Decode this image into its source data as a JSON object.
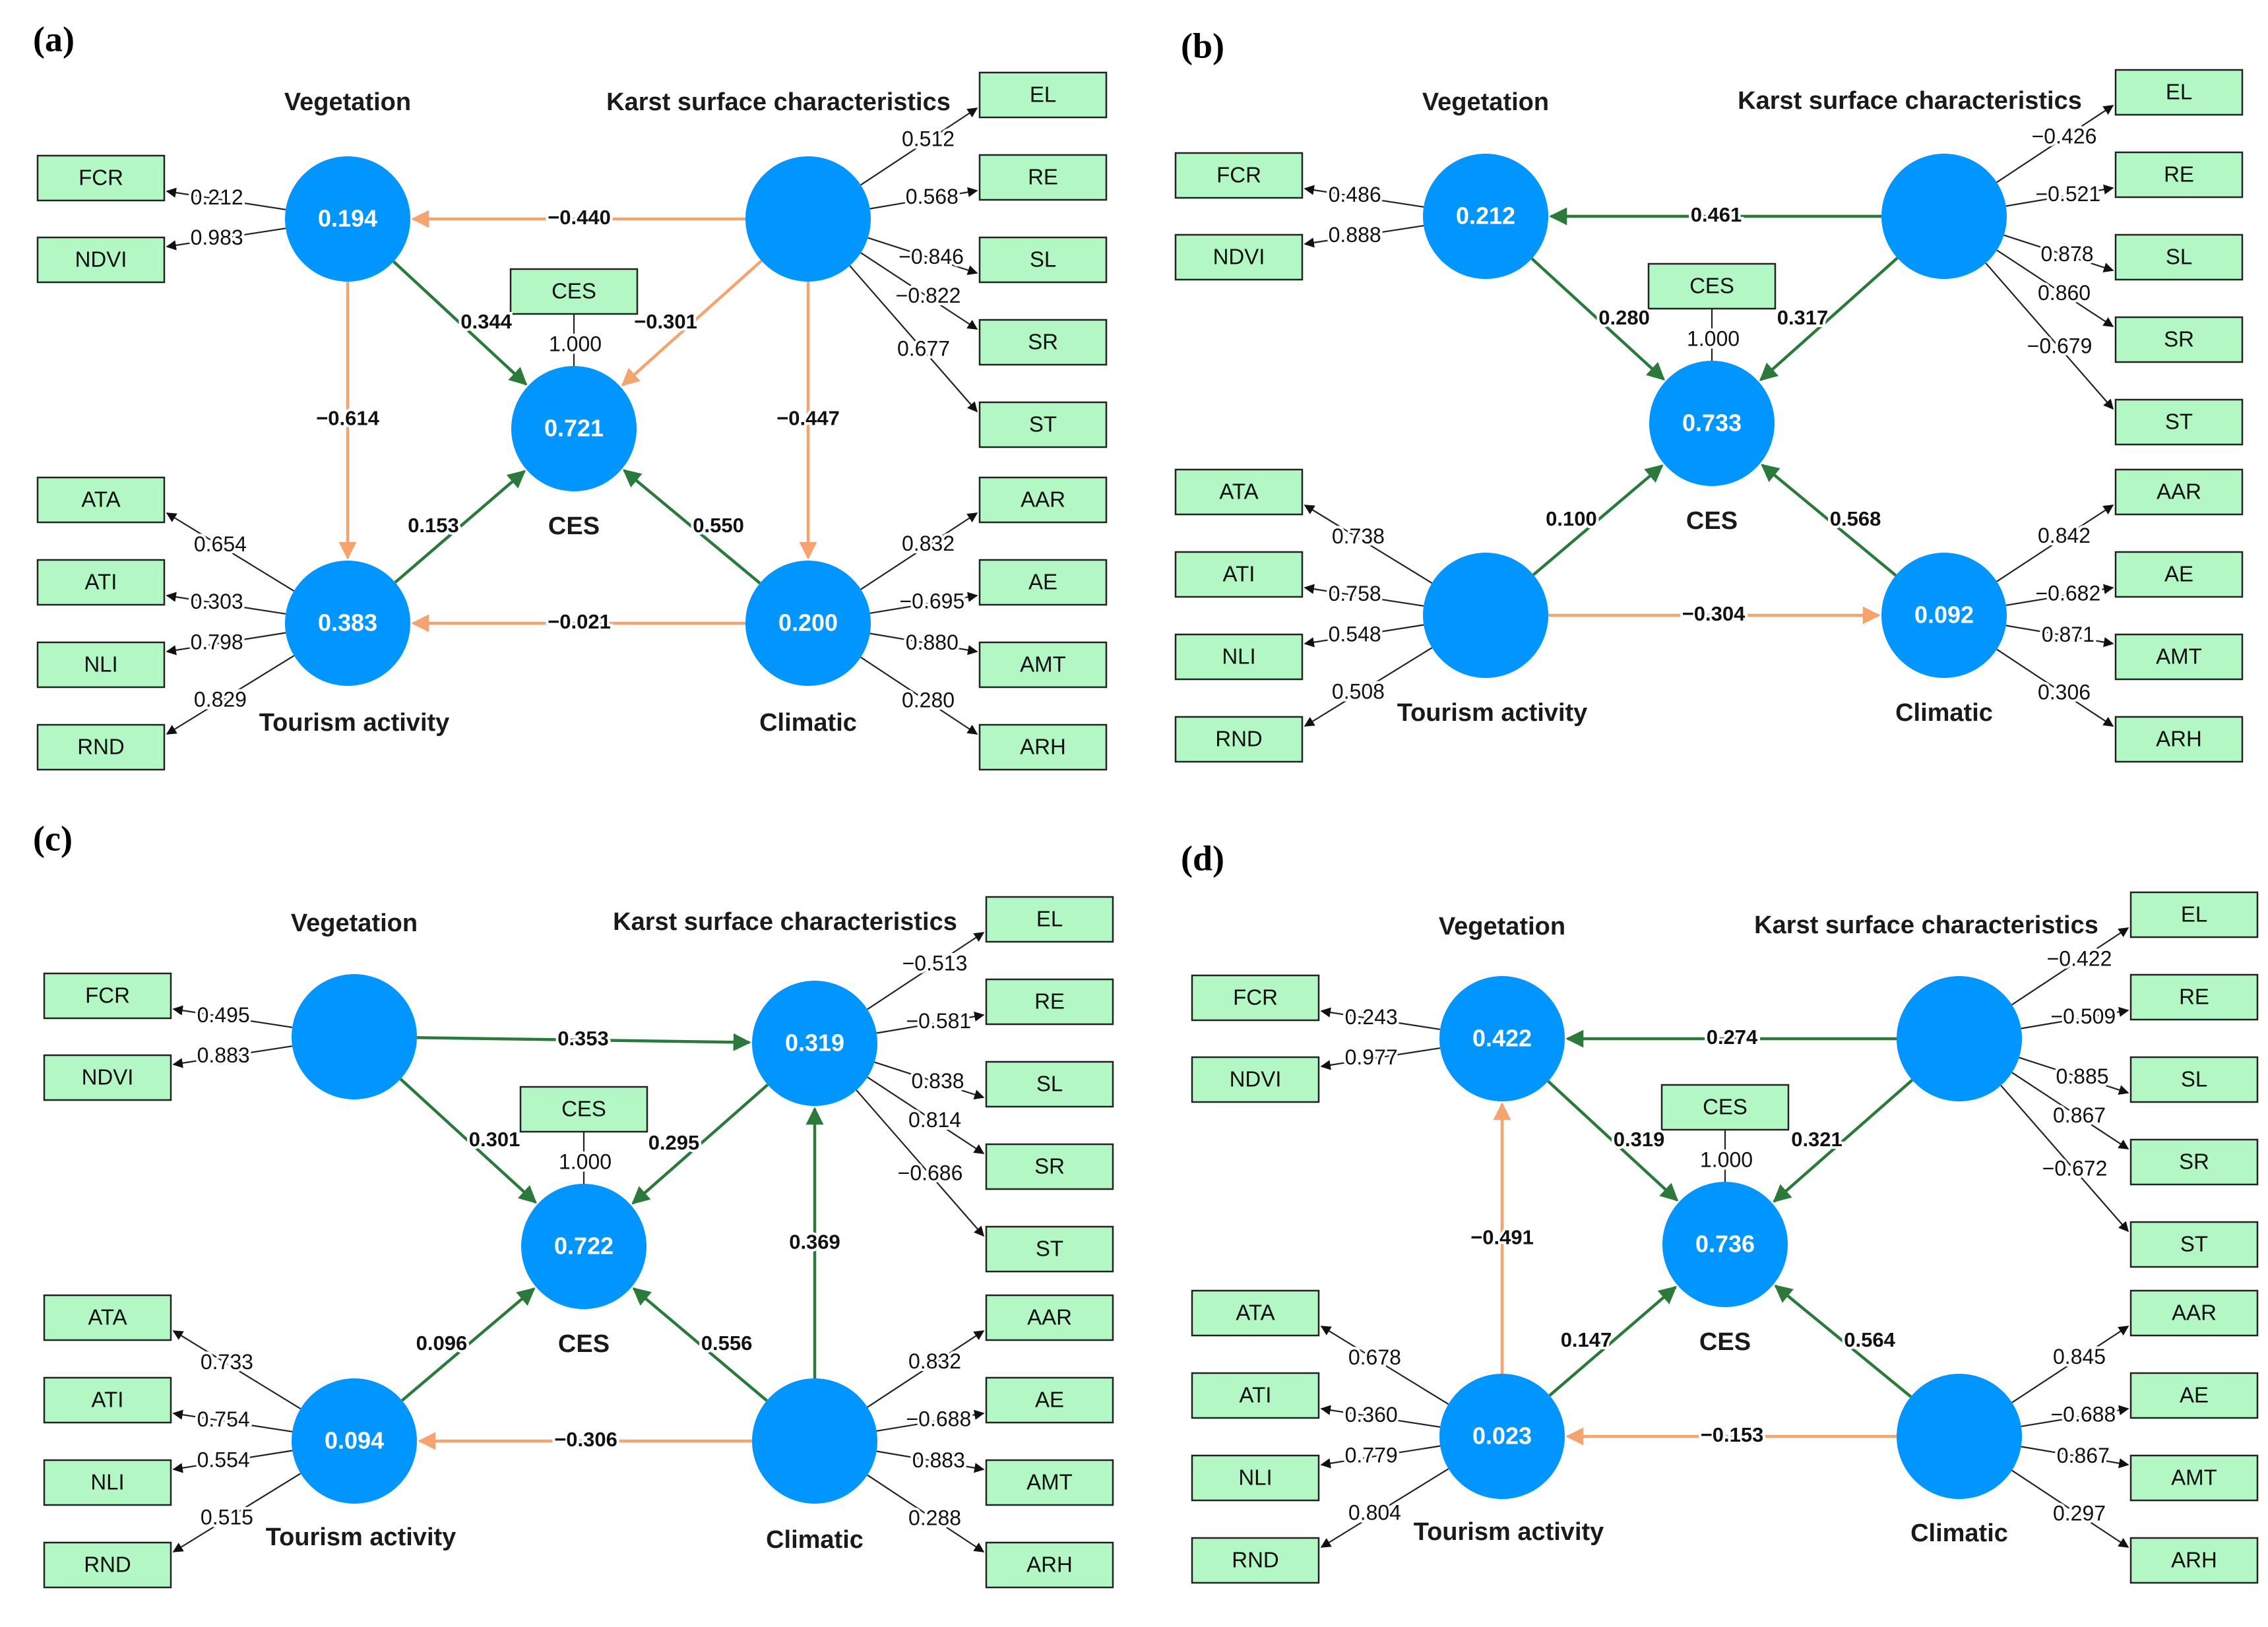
{
  "colors": {
    "latent_fill": "#0095ff",
    "indicator_fill": "#b3f7c4",
    "indicator_stroke": "#222222",
    "positive_path": "#2b7a3c",
    "negative_path": "#f5a36f",
    "loading_line": "#222222"
  },
  "panels": [
    {
      "label": "(a)",
      "constructs": {
        "veg": {
          "name": "Vegetation",
          "value": "0.194"
        },
        "karst": {
          "name": "Karst surface characteristics",
          "value": ""
        },
        "ces": {
          "name": "CES",
          "value": "0.721"
        },
        "tour": {
          "name": "Tourism activity",
          "value": "0.383"
        },
        "clim": {
          "name": "Climatic",
          "value": "0.200"
        }
      },
      "indicators": {
        "veg": [
          {
            "name": "FCR",
            "loading": "0.212"
          },
          {
            "name": "NDVI",
            "loading": "0.983"
          }
        ],
        "karst": [
          {
            "name": "EL",
            "loading": "0.512"
          },
          {
            "name": "RE",
            "loading": "0.568"
          },
          {
            "name": "SL",
            "loading": "−0.846"
          },
          {
            "name": "SR",
            "loading": "−0.822"
          },
          {
            "name": "ST",
            "loading": "0.677"
          }
        ],
        "tour": [
          {
            "name": "ATA",
            "loading": "0.654"
          },
          {
            "name": "ATI",
            "loading": "0.303"
          },
          {
            "name": "NLI",
            "loading": "0.798"
          },
          {
            "name": "RND",
            "loading": "0.829"
          }
        ],
        "clim": [
          {
            "name": "AAR",
            "loading": "0.832"
          },
          {
            "name": "AE",
            "loading": "−0.695"
          },
          {
            "name": "AMT",
            "loading": "0.880"
          },
          {
            "name": "ARH",
            "loading": "0.280"
          }
        ],
        "ces": {
          "name": "CES",
          "loading": "1.000"
        }
      },
      "paths": [
        {
          "from": "karst",
          "to": "veg",
          "coef": "−0.440",
          "sign": "negative"
        },
        {
          "from": "veg",
          "to": "ces",
          "coef": "0.344",
          "sign": "positive"
        },
        {
          "from": "karst",
          "to": "ces",
          "coef": "−0.301",
          "sign": "negative"
        },
        {
          "from": "veg",
          "to": "tour",
          "coef": "−0.614",
          "sign": "negative"
        },
        {
          "from": "karst",
          "to": "clim",
          "coef": "−0.447",
          "sign": "negative"
        },
        {
          "from": "tour",
          "to": "ces",
          "coef": "0.153",
          "sign": "positive"
        },
        {
          "from": "clim",
          "to": "ces",
          "coef": "0.550",
          "sign": "positive"
        },
        {
          "from": "clim",
          "to": "tour",
          "coef": "−0.021",
          "sign": "negative"
        }
      ]
    },
    {
      "label": "(b)",
      "constructs": {
        "veg": {
          "name": "Vegetation",
          "value": "0.212"
        },
        "karst": {
          "name": "Karst surface characteristics",
          "value": ""
        },
        "ces": {
          "name": "CES",
          "value": "0.733"
        },
        "tour": {
          "name": "Tourism activity",
          "value": ""
        },
        "clim": {
          "name": "Climatic",
          "value": "0.092"
        }
      },
      "indicators": {
        "veg": [
          {
            "name": "FCR",
            "loading": "0.486"
          },
          {
            "name": "NDVI",
            "loading": "0.888"
          }
        ],
        "karst": [
          {
            "name": "EL",
            "loading": "−0.426"
          },
          {
            "name": "RE",
            "loading": "−0.521"
          },
          {
            "name": "SL",
            "loading": "0.878"
          },
          {
            "name": "SR",
            "loading": "0.860"
          },
          {
            "name": "ST",
            "loading": "−0.679"
          }
        ],
        "tour": [
          {
            "name": "ATA",
            "loading": "0.738"
          },
          {
            "name": "ATI",
            "loading": "0.758"
          },
          {
            "name": "NLI",
            "loading": "0.548"
          },
          {
            "name": "RND",
            "loading": "0.508"
          }
        ],
        "clim": [
          {
            "name": "AAR",
            "loading": "0.842"
          },
          {
            "name": "AE",
            "loading": "−0.682"
          },
          {
            "name": "AMT",
            "loading": "0.871"
          },
          {
            "name": "ARH",
            "loading": "0.306"
          }
        ],
        "ces": {
          "name": "CES",
          "loading": "1.000"
        }
      },
      "paths": [
        {
          "from": "karst",
          "to": "veg",
          "coef": "0.461",
          "sign": "positive"
        },
        {
          "from": "veg",
          "to": "ces",
          "coef": "0.280",
          "sign": "positive"
        },
        {
          "from": "karst",
          "to": "ces",
          "coef": "0.317",
          "sign": "positive"
        },
        {
          "from": "tour",
          "to": "ces",
          "coef": "0.100",
          "sign": "positive"
        },
        {
          "from": "clim",
          "to": "ces",
          "coef": "0.568",
          "sign": "positive"
        },
        {
          "from": "tour",
          "to": "clim",
          "coef": "−0.304",
          "sign": "negative"
        }
      ]
    },
    {
      "label": "(c)",
      "constructs": {
        "veg": {
          "name": "Vegetation",
          "value": ""
        },
        "karst": {
          "name": "Karst surface characteristics",
          "value": "0.319"
        },
        "ces": {
          "name": "CES",
          "value": "0.722"
        },
        "tour": {
          "name": "Tourism activity",
          "value": "0.094"
        },
        "clim": {
          "name": "Climatic",
          "value": ""
        }
      },
      "indicators": {
        "veg": [
          {
            "name": "FCR",
            "loading": "0.495"
          },
          {
            "name": "NDVI",
            "loading": "0.883"
          }
        ],
        "karst": [
          {
            "name": "EL",
            "loading": "−0.513"
          },
          {
            "name": "RE",
            "loading": "−0.581"
          },
          {
            "name": "SL",
            "loading": "0.838"
          },
          {
            "name": "SR",
            "loading": "0.814"
          },
          {
            "name": "ST",
            "loading": "−0.686"
          }
        ],
        "tour": [
          {
            "name": "ATA",
            "loading": "0.733"
          },
          {
            "name": "ATI",
            "loading": "0.754"
          },
          {
            "name": "NLI",
            "loading": "0.554"
          },
          {
            "name": "RND",
            "loading": "0.515"
          }
        ],
        "clim": [
          {
            "name": "AAR",
            "loading": "0.832"
          },
          {
            "name": "AE",
            "loading": "−0.688"
          },
          {
            "name": "AMT",
            "loading": "0.883"
          },
          {
            "name": "ARH",
            "loading": "0.288"
          }
        ],
        "ces": {
          "name": "CES",
          "loading": "1.000"
        }
      },
      "paths": [
        {
          "from": "veg",
          "to": "karst",
          "coef": "0.353",
          "sign": "positive"
        },
        {
          "from": "veg",
          "to": "ces",
          "coef": "0.301",
          "sign": "positive"
        },
        {
          "from": "karst",
          "to": "ces",
          "coef": "0.295",
          "sign": "positive"
        },
        {
          "from": "clim",
          "to": "karst",
          "coef": "0.369",
          "sign": "positive"
        },
        {
          "from": "tour",
          "to": "ces",
          "coef": "0.096",
          "sign": "positive"
        },
        {
          "from": "clim",
          "to": "ces",
          "coef": "0.556",
          "sign": "positive"
        },
        {
          "from": "clim",
          "to": "tour",
          "coef": "−0.306",
          "sign": "negative"
        }
      ]
    },
    {
      "label": "(d)",
      "constructs": {
        "veg": {
          "name": "Vegetation",
          "value": "0.422"
        },
        "karst": {
          "name": "Karst surface characteristics",
          "value": ""
        },
        "ces": {
          "name": "CES",
          "value": "0.736"
        },
        "tour": {
          "name": "Tourism activity",
          "value": "0.023"
        },
        "clim": {
          "name": "Climatic",
          "value": ""
        }
      },
      "indicators": {
        "veg": [
          {
            "name": "FCR",
            "loading": "0.243"
          },
          {
            "name": "NDVI",
            "loading": "0.977"
          }
        ],
        "karst": [
          {
            "name": "EL",
            "loading": "−0.422"
          },
          {
            "name": "RE",
            "loading": "−0.509"
          },
          {
            "name": "SL",
            "loading": "0.885"
          },
          {
            "name": "SR",
            "loading": "0.867"
          },
          {
            "name": "ST",
            "loading": "−0.672"
          }
        ],
        "tour": [
          {
            "name": "ATA",
            "loading": "0.678"
          },
          {
            "name": "ATI",
            "loading": "0.360"
          },
          {
            "name": "NLI",
            "loading": "0.779"
          },
          {
            "name": "RND",
            "loading": "0.804"
          }
        ],
        "clim": [
          {
            "name": "AAR",
            "loading": "0.845"
          },
          {
            "name": "AE",
            "loading": "−0.688"
          },
          {
            "name": "AMT",
            "loading": "0.867"
          },
          {
            "name": "ARH",
            "loading": "0.297"
          }
        ],
        "ces": {
          "name": "CES",
          "loading": "1.000"
        }
      },
      "paths": [
        {
          "from": "karst",
          "to": "veg",
          "coef": "0.274",
          "sign": "positive"
        },
        {
          "from": "veg",
          "to": "ces",
          "coef": "0.319",
          "sign": "positive"
        },
        {
          "from": "karst",
          "to": "ces",
          "coef": "0.321",
          "sign": "positive"
        },
        {
          "from": "tour",
          "to": "veg",
          "coef": "−0.491",
          "sign": "negative"
        },
        {
          "from": "tour",
          "to": "ces",
          "coef": "0.147",
          "sign": "positive"
        },
        {
          "from": "clim",
          "to": "ces",
          "coef": "0.564",
          "sign": "positive"
        },
        {
          "from": "clim",
          "to": "tour",
          "coef": "−0.153",
          "sign": "negative"
        }
      ]
    }
  ]
}
